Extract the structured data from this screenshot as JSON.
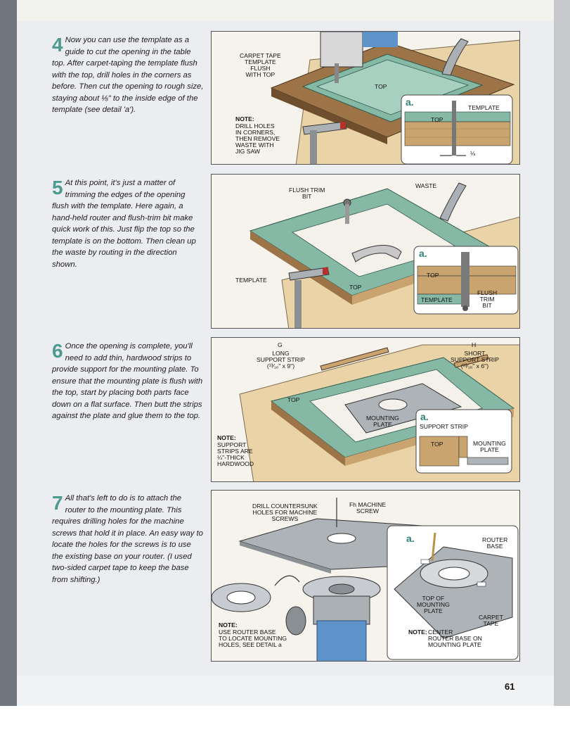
{
  "page_number": "61",
  "steps": [
    {
      "number": "4",
      "text": "Now you can use the template as a guide to cut the opening in the table top. After carpet-taping the template flush with the top, drill holes in the corners as before. Then cut the opening to rough size, staying about ⅛\" to the inside edge of the template (see detail 'a')."
    },
    {
      "number": "5",
      "text": "At this point, it's just a matter of trimming the edges of the opening flush with the template. Here again, a hand-held router and flush-trim bit make quick work of this. Just flip the top so the template is on the bottom. Then clean up the waste by routing in the direction shown."
    },
    {
      "number": "6",
      "text": "Once the opening is complete, you'll need to add thin, hardwood strips to provide support for the mounting plate. To ensure that the mounting plate is flush with the top, start by placing both parts face down on a flat surface. Then butt the strips against the plate and glue them to the top."
    },
    {
      "number": "7",
      "text": "All that's left to do is to attach the router to the mounting plate. This requires drilling holes for the machine screws that hold it in place. An easy way to locate the holes for the screws is to use the existing base on your router. (I used two-sided carpet tape to keep the base from shifting.)"
    }
  ],
  "figures": {
    "fig4": {
      "carpet_tape": "CARPET TAPE\nTEMPLATE\nFLUSH\nWITH TOP",
      "top": "TOP",
      "note_title": "NOTE:",
      "note_text": "DRILL HOLES\nIN CORNERS,\nTHEN REMOVE\nWASTE WITH\nJIG SAW",
      "detail_letter": "a.",
      "detail_template": "TEMPLATE",
      "detail_top": "TOP",
      "detail_dim": "⅛"
    },
    "fig5": {
      "flush_trim_bit": "FLUSH TRIM\nBIT",
      "waste": "WASTE",
      "template": "TEMPLATE",
      "top": "TOP",
      "detail_letter": "a.",
      "detail_top": "TOP",
      "detail_template": "TEMPLATE",
      "detail_bit": "FLUSH\nTRIM\nBIT"
    },
    "fig6": {
      "part_g": "G",
      "long_strip": "LONG\nSUPPORT STRIP\n(¹³⁄₁₆\" x 9\")",
      "part_h": "H",
      "short_strip": "SHORT\nSUPPORT STRIP\n(¹³⁄₁₆\" x 6\")",
      "top": "TOP",
      "mounting_plate": "MOUNTING\nPLATE",
      "note_title": "NOTE:",
      "note_text": "SUPPORT\nSTRIPS ARE\n¼\"-THICK\nHARDWOOD",
      "detail_letter": "a.",
      "detail_support_strip": "SUPPORT STRIP",
      "detail_top": "TOP",
      "detail_mounting_plate": "MOUNTING\nPLATE"
    },
    "fig7": {
      "drill_holes": "DRILL COUNTERSUNK\nHOLES FOR MACHINE\nSCREWS",
      "fh_screw": "Fh MACHINE\nSCREW",
      "note_title": "NOTE:",
      "note_text": "USE ROUTER BASE\nTO LOCATE MOUNTING\nHOLES, SEE DETAIL a",
      "detail_letter": "a.",
      "detail_router_base": "ROUTER\nBASE",
      "detail_top_of_plate": "TOP OF\nMOUNTING\nPLATE",
      "detail_carpet_tape": "CARPET\nTAPE",
      "detail_note_title": "NOTE:",
      "detail_note_text": "CENTER\nROUTER BASE ON\nMOUNTING PLATE"
    }
  },
  "colors": {
    "step_number": "#4d9a8f",
    "template_green": "#86b8a6",
    "wood": "#9c7448",
    "bench": "#ead3a7",
    "plate_gray": "#aeb3b8",
    "router_blue": "#5d93c9",
    "clamp_red": "#b5312a"
  }
}
